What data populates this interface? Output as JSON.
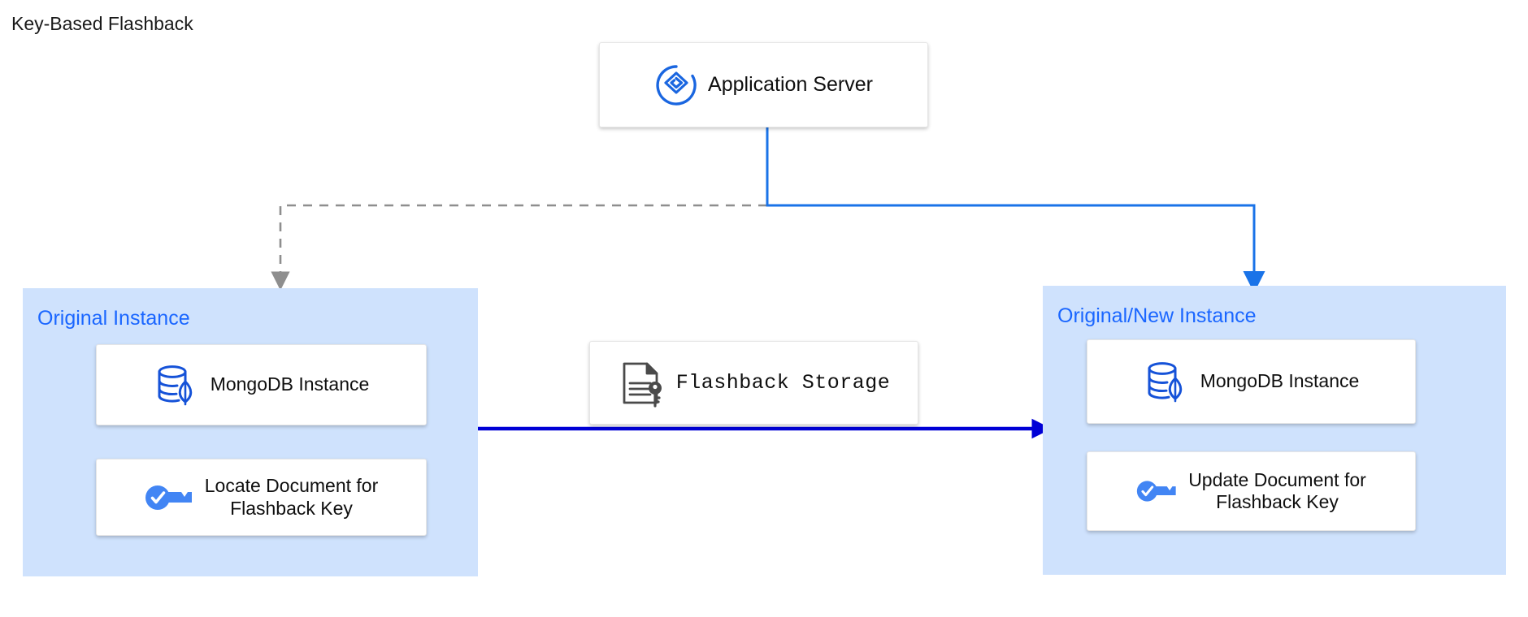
{
  "page": {
    "title": "Key-Based Flashback",
    "background": "#ffffff"
  },
  "colors": {
    "group_fill": "#cfe2fd",
    "group_label": "#1a66ff",
    "accent_blue": "#1a73e8",
    "mongo_blue": "#1552d8",
    "key_blue": "#4285f4",
    "doc_gray": "#4a4a4a",
    "dashed_gray": "#8e8e8e",
    "flow_blue": "#0000d6",
    "card_bg": "#ffffff",
    "text": "#0f0f0f"
  },
  "nodes": {
    "app_server": {
      "label": "Application Server",
      "icon": "application-server-logo-icon"
    },
    "flashback_storage": {
      "label": "Flashback Storage",
      "icon": "document-key-icon"
    }
  },
  "groups": [
    {
      "id": "original-instance",
      "label": "Original Instance",
      "cards": [
        {
          "id": "mongodb-instance-left",
          "label": "MongoDB Instance",
          "icon": "mongodb-icon"
        },
        {
          "id": "locate-document",
          "label": "Locate Document for\nFlashback Key",
          "icon": "key-check-icon"
        }
      ]
    },
    {
      "id": "original-new-instance",
      "label": "Original/New Instance",
      "cards": [
        {
          "id": "mongodb-instance-right",
          "label": "MongoDB Instance",
          "icon": "mongodb-icon"
        },
        {
          "id": "update-document",
          "label": "Update Document for\nFlashback Key",
          "icon": "key-check-icon"
        }
      ]
    }
  ],
  "connectors": [
    {
      "id": "app-server-to-original-instance",
      "style": "dashed",
      "color": "#8e8e8e",
      "arrow": true,
      "from": "app_server",
      "to": "original-instance"
    },
    {
      "id": "app-server-to-original-new-instance",
      "style": "solid",
      "color": "#1a73e8",
      "arrow": true,
      "from": "app_server",
      "to": "original-new-instance"
    },
    {
      "id": "original-instance-to-original-new-instance",
      "style": "solid",
      "color": "#0000d6",
      "arrow": true,
      "from": "original-instance",
      "to": "original-new-instance"
    }
  ]
}
